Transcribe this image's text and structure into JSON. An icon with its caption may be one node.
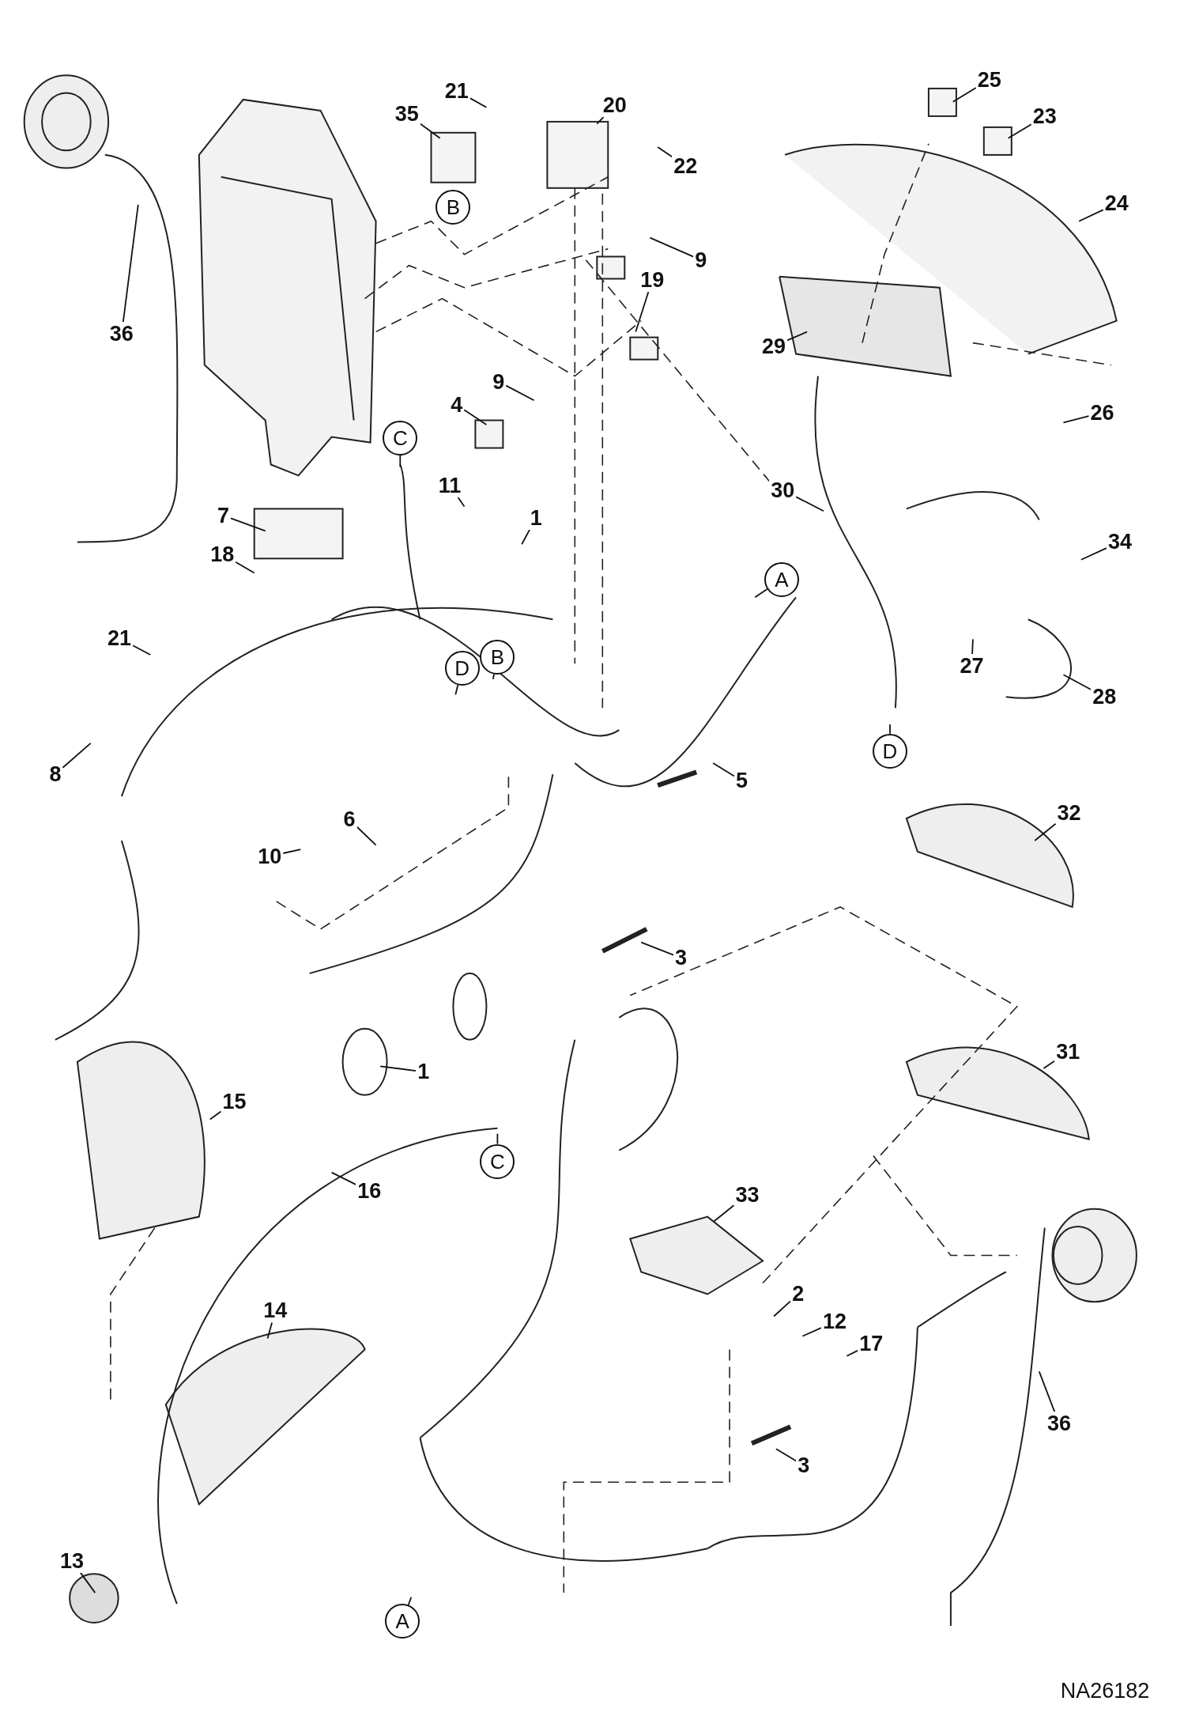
{
  "diagram": {
    "nodes": [
      {
        "text": [
          "21"
        ]
      },
      {
        "text": [
          "20"
        ]
      },
      {
        "text": [
          "25"
        ]
      },
      {
        "text": [
          "35"
        ]
      },
      {
        "text": [
          "23"
        ]
      },
      {
        "text": [
          "22"
        ]
      },
      {
        "text": [
          "B"
        ]
      },
      {
        "text": [
          "24"
        ]
      },
      {
        "text": [
          "9"
        ]
      },
      {
        "text": [
          "19"
        ]
      },
      {
        "text": [
          "36"
        ]
      },
      {
        "text": [
          "29"
        ]
      },
      {
        "text": [
          "9"
        ]
      },
      {
        "text": [
          "4"
        ]
      },
      {
        "text": [
          "26"
        ]
      },
      {
        "text": [
          "C"
        ]
      },
      {
        "text": [
          "11"
        ]
      },
      {
        "text": [
          "30"
        ]
      },
      {
        "text": [
          "7"
        ]
      },
      {
        "text": [
          "1"
        ]
      },
      {
        "text": [
          "34"
        ]
      },
      {
        "text": [
          "18"
        ]
      },
      {
        "text": [
          "A"
        ]
      },
      {
        "text": [
          "21"
        ]
      },
      {
        "text": [
          "B"
        ]
      },
      {
        "text": [
          "D"
        ]
      },
      {
        "text": [
          "27"
        ]
      },
      {
        "text": [
          "28"
        ]
      },
      {
        "text": [
          "D"
        ]
      },
      {
        "text": [
          "8"
        ]
      },
      {
        "text": [
          "5"
        ]
      },
      {
        "text": [
          "6"
        ]
      },
      {
        "text": [
          "32"
        ]
      },
      {
        "text": [
          "10"
        ]
      },
      {
        "text": [
          "3"
        ]
      },
      {
        "text": [
          "31"
        ]
      },
      {
        "text": [
          "1"
        ]
      },
      {
        "text": [
          "15"
        ]
      },
      {
        "text": [
          "C"
        ]
      },
      {
        "text": [
          "16"
        ]
      },
      {
        "text": [
          "33"
        ]
      },
      {
        "text": [
          "14"
        ]
      },
      {
        "text": [
          "2"
        ]
      },
      {
        "text": [
          "12"
        ]
      },
      {
        "text": [
          "17"
        ]
      },
      {
        "text": [
          "36"
        ]
      },
      {
        "text": [
          "3"
        ]
      },
      {
        "text": [
          "13"
        ]
      },
      {
        "text": [
          "A"
        ]
      }
    ],
    "edges": [
      {
        "from": 0,
        "to": null,
        "arrow": "none"
      },
      {
        "from": 1,
        "to": null,
        "arrow": "none"
      },
      {
        "from": 2,
        "to": null,
        "arrow": "none"
      },
      {
        "from": 3,
        "to": null,
        "arrow": "none"
      },
      {
        "from": 4,
        "to": null,
        "arrow": "none"
      },
      {
        "from": 5,
        "to": null,
        "arrow": "none"
      },
      {
        "from": 7,
        "to": null,
        "arrow": "none"
      },
      {
        "from": 8,
        "to": null,
        "arrow": "none"
      },
      {
        "from": 9,
        "to": null,
        "arrow": "none"
      },
      {
        "from": 10,
        "to": null,
        "arrow": "none"
      },
      {
        "from": 11,
        "to": null,
        "arrow": "none"
      },
      {
        "from": 12,
        "to": null,
        "arrow": "none"
      },
      {
        "from": 13,
        "to": null,
        "arrow": "none"
      },
      {
        "from": 14,
        "to": null,
        "arrow": "none"
      },
      {
        "from": 15,
        "to": null,
        "arrow": "none"
      },
      {
        "from": 16,
        "to": null,
        "arrow": "none"
      },
      {
        "from": 17,
        "to": null,
        "arrow": "none"
      },
      {
        "from": 18,
        "to": null,
        "arrow": "none"
      },
      {
        "from": 19,
        "to": null,
        "arrow": "none"
      },
      {
        "from": 20,
        "to": null,
        "arrow": "none"
      },
      {
        "from": 21,
        "to": null,
        "arrow": "none"
      },
      {
        "from": 22,
        "to": null,
        "arrow": "none"
      },
      {
        "from": 23,
        "to": null,
        "arrow": "none"
      },
      {
        "from": 24,
        "to": null,
        "arrow": "none"
      },
      {
        "from": 25,
        "to": null,
        "arrow": "none"
      },
      {
        "from": 26,
        "to": null,
        "arrow": "none"
      },
      {
        "from": 27,
        "to": null,
        "arrow": "none"
      },
      {
        "from": 28,
        "to": null,
        "arrow": "none"
      },
      {
        "from": 29,
        "to": null,
        "arrow": "none"
      },
      {
        "from": 30,
        "to": null,
        "arrow": "none"
      },
      {
        "from": 31,
        "to": null,
        "arrow": "none"
      },
      {
        "from": 32,
        "to": null,
        "arrow": "none"
      },
      {
        "from": 33,
        "to": null,
        "arrow": "none"
      },
      {
        "from": 34,
        "to": null,
        "arrow": "none"
      },
      {
        "from": 35,
        "to": null,
        "arrow": "none"
      },
      {
        "from": 36,
        "to": null,
        "arrow": "none"
      },
      {
        "from": 37,
        "to": null,
        "arrow": "none"
      },
      {
        "from": 38,
        "to": null,
        "arrow": "none"
      },
      {
        "from": 39,
        "to": null,
        "arrow": "none"
      },
      {
        "from": 40,
        "to": null,
        "arrow": "none"
      },
      {
        "from": 41,
        "to": null,
        "arrow": "none"
      },
      {
        "from": 42,
        "to": null,
        "arrow": "none"
      },
      {
        "from": 43,
        "to": null,
        "arrow": "none"
      },
      {
        "from": 44,
        "to": null,
        "arrow": "none"
      },
      {
        "from": 45,
        "to": null,
        "arrow": "none"
      },
      {
        "from": 46,
        "to": null,
        "arrow": "none"
      },
      {
        "from": 47,
        "to": null,
        "arrow": "none"
      },
      {
        "from": 48,
        "to": null,
        "arrow": "none"
      }
    ],
    "labels": [
      "NA26182"
    ]
  }
}
